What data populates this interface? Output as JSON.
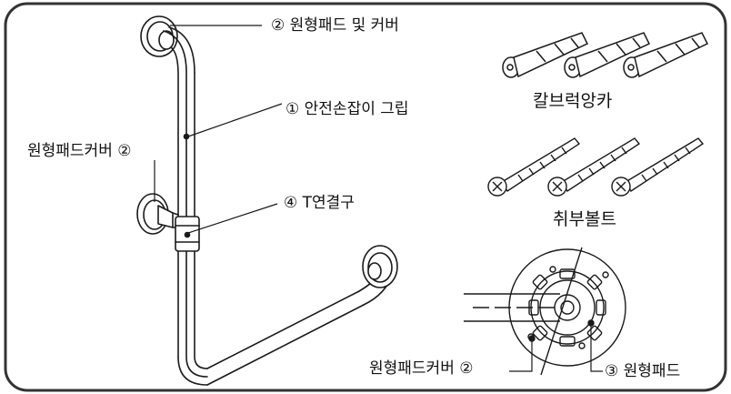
{
  "labels": {
    "round_pad_and_cover": "② 원형패드 및 커버",
    "grab_bar_grip": "① 안전손잡이 그립",
    "round_pad_cover_left": "원형패드커버 ②",
    "t_connector": "④ T연결구",
    "wall_anchors": "칼브럭앙카",
    "mounting_screws": "취부볼트",
    "round_pad_cover_bottom": "원형패드커버 ②",
    "round_pad_bottom": "③ 원형패드"
  },
  "colors": {
    "line": "#1a1a1a",
    "frame": "#333333",
    "background": "#ffffff"
  }
}
